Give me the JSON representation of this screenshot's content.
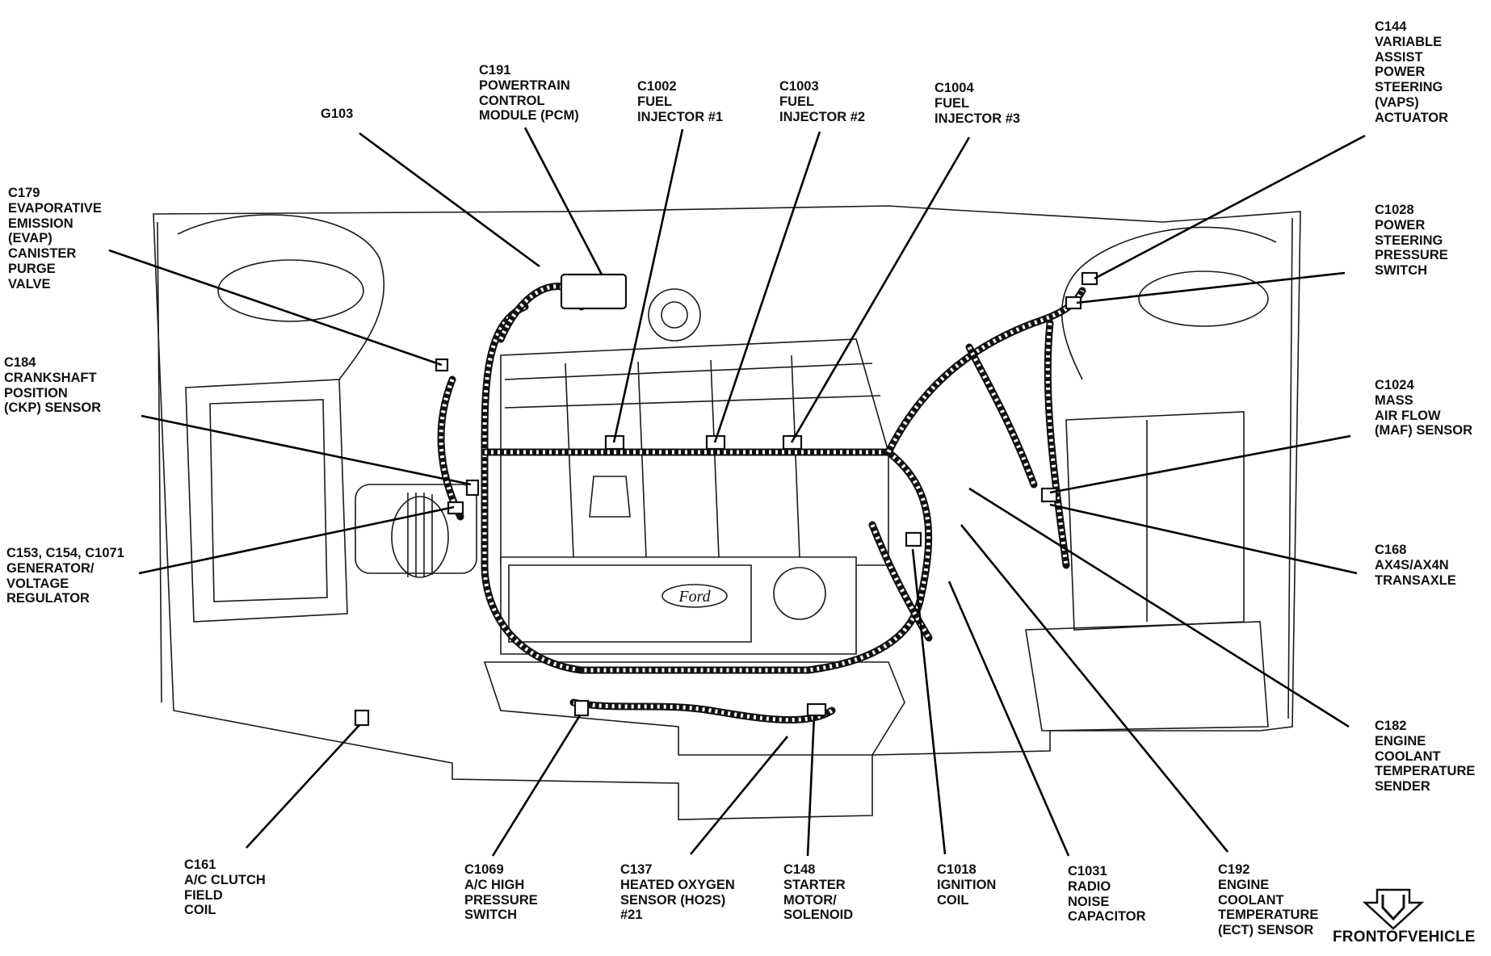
{
  "callouts": [
    {
      "id": "g103",
      "lines": [
        "G103"
      ]
    },
    {
      "id": "c191",
      "lines": [
        "C191",
        "POWERTRAIN",
        "CONTROL",
        "MODULE (PCM)"
      ]
    },
    {
      "id": "c1002",
      "lines": [
        "C1002",
        "FUEL",
        "INJECTOR #1"
      ]
    },
    {
      "id": "c1003",
      "lines": [
        "C1003",
        "FUEL",
        "INJECTOR #2"
      ]
    },
    {
      "id": "c1004",
      "lines": [
        "C1004",
        "FUEL",
        "INJECTOR #3"
      ]
    },
    {
      "id": "c144",
      "lines": [
        "C144",
        "VARIABLE",
        "ASSIST",
        "POWER",
        "STEERING",
        "(VAPS)",
        "ACTUATOR"
      ]
    },
    {
      "id": "c179",
      "lines": [
        "C179",
        "EVAPORATIVE",
        "EMISSION",
        "(EVAP)",
        "CANISTER",
        "PURGE",
        "VALVE"
      ]
    },
    {
      "id": "c1028",
      "lines": [
        "C1028",
        "POWER",
        "STEERING",
        "PRESSURE",
        "SWITCH"
      ]
    },
    {
      "id": "c184",
      "lines": [
        "C184",
        "CRANKSHAFT",
        "POSITION",
        "(CKP) SENSOR"
      ]
    },
    {
      "id": "c1024",
      "lines": [
        "C1024",
        "MASS",
        "AIR FLOW",
        "(MAF) SENSOR"
      ]
    },
    {
      "id": "c153",
      "lines": [
        "C153, C154, C1071",
        "GENERATOR/",
        "VOLTAGE",
        "REGULATOR"
      ]
    },
    {
      "id": "c168",
      "lines": [
        "C168",
        "AX4S/AX4N",
        "TRANSAXLE"
      ]
    },
    {
      "id": "c182",
      "lines": [
        "C182",
        "ENGINE",
        "COOLANT",
        "TEMPERATURE",
        "SENDER"
      ]
    },
    {
      "id": "c161",
      "lines": [
        "C161",
        "A/C CLUTCH",
        "FIELD",
        "COIL"
      ]
    },
    {
      "id": "c1069",
      "lines": [
        "C1069",
        "A/C HIGH",
        "PRESSURE",
        "SWITCH"
      ]
    },
    {
      "id": "c137",
      "lines": [
        "C137",
        "HEATED OXYGEN",
        "SENSOR (HO2S)",
        "#21"
      ]
    },
    {
      "id": "c148",
      "lines": [
        "C148",
        "STARTER",
        "MOTOR/",
        "SOLENOID"
      ]
    },
    {
      "id": "c1018",
      "lines": [
        "C1018",
        "IGNITION",
        "COIL"
      ]
    },
    {
      "id": "c1031",
      "lines": [
        "C1031",
        "RADIO",
        "NOISE",
        "CAPACITOR"
      ]
    },
    {
      "id": "c192",
      "lines": [
        "C192",
        "ENGINE",
        "COOLANT",
        "TEMPERATURE",
        "(ECT) SENSOR"
      ]
    }
  ],
  "engine_badge": "Ford",
  "front_of_vehicle": "FRONTOFVEHICLE",
  "icons": {
    "front_arrow": "down-chevron-arrow-icon"
  }
}
